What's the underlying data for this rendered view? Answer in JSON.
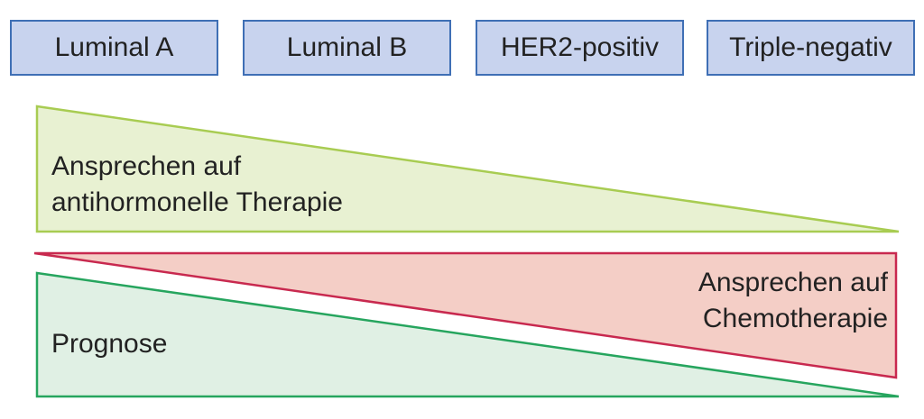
{
  "subtypes": [
    {
      "label": "Luminal A"
    },
    {
      "label": "Luminal B"
    },
    {
      "label": "HER2-positiv"
    },
    {
      "label": "Triple-negativ"
    }
  ],
  "wedges": {
    "hormone": {
      "line1": "Ansprechen auf",
      "line2": "antihormonelle Therapie"
    },
    "chemo": {
      "line1": "Ansprechen auf",
      "line2": "Chemotherapie"
    },
    "prognose": {
      "line1": "Prognose"
    }
  },
  "colors": {
    "box_fill": "#c8d3ee",
    "box_border": "#3f6fb5",
    "hormone_fill": "#e8f1d2",
    "hormone_stroke": "#a8cc52",
    "chemo_fill": "#f4cec6",
    "chemo_stroke": "#c8294f",
    "prognose_fill": "#e0f0e4",
    "prognose_stroke": "#26a55e"
  }
}
